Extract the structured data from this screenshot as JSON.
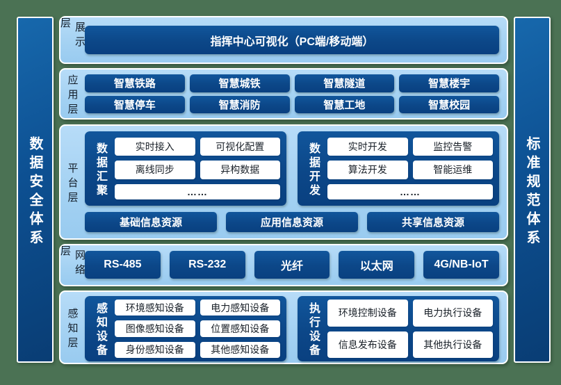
{
  "colors": {
    "canvas_green": "#4b7254",
    "panel_light_blue": "#a3d1f2",
    "box_dark_blue": "#0c4788",
    "outline_white": "#ffffff",
    "label_text_dark": "#141f2b"
  },
  "pillars": {
    "left": "数据安全体系",
    "right": "标准规范体系"
  },
  "layers": {
    "display": {
      "label": "展示层",
      "box": "指挥中心可视化（PC端/移动端）"
    },
    "application": {
      "label": "应用层",
      "items": [
        "智慧铁路",
        "智慧城铁",
        "智慧隧道",
        "智慧楼宇",
        "智慧停车",
        "智慧消防",
        "智慧工地",
        "智慧校园"
      ]
    },
    "platform": {
      "label": "平台层",
      "groups": [
        {
          "label": "数据汇聚",
          "items": [
            "实时接入",
            "可视化配置",
            "离线同步",
            "异构数据"
          ],
          "more": "……"
        },
        {
          "label": "数据开发",
          "items": [
            "实时开发",
            "监控告警",
            "算法开发",
            "智能运维"
          ],
          "more": "……"
        }
      ],
      "resources": [
        "基础信息资源",
        "应用信息资源",
        "共享信息资源"
      ]
    },
    "network": {
      "label": "网络层",
      "items": [
        "RS-485",
        "RS-232",
        "光纤",
        "以太网",
        "4G/NB-IoT"
      ]
    },
    "perception": {
      "label": "感知层",
      "groups": [
        {
          "label": "感知设备",
          "items": [
            "环境感知设备",
            "电力感知设备",
            "图像感知设备",
            "位置感知设备",
            "身份感知设备",
            "其他感知设备"
          ]
        },
        {
          "label": "执行设备",
          "items": [
            "环境控制设备",
            "电力执行设备",
            "信息发布设备",
            "其他执行设备"
          ]
        }
      ]
    }
  }
}
